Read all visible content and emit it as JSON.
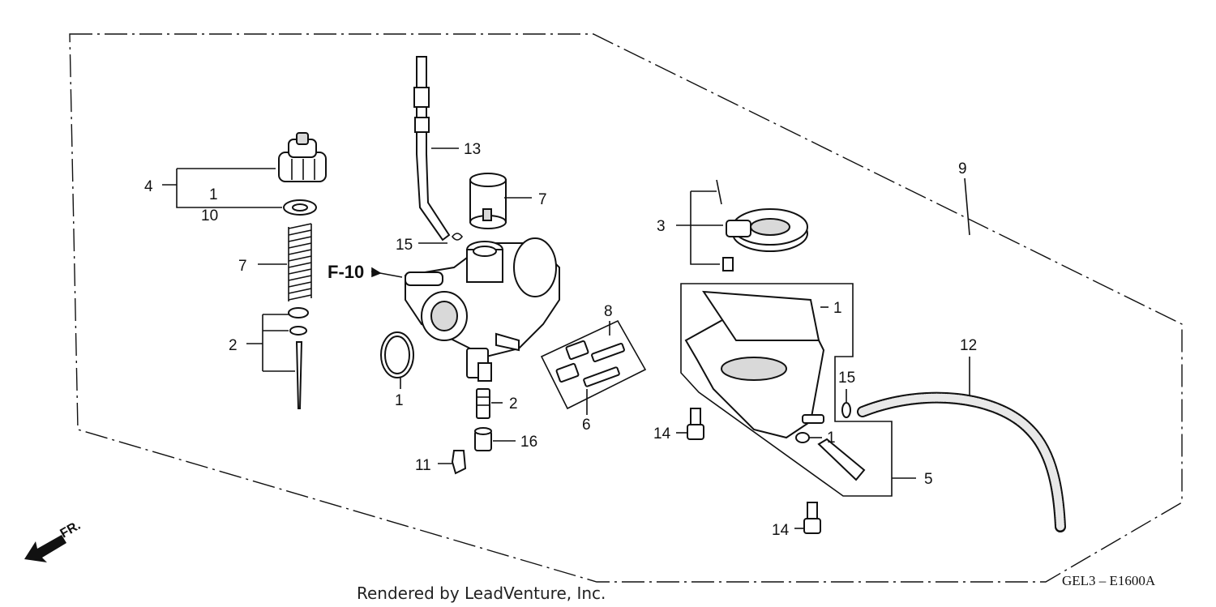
{
  "callouts": {
    "c4": "4",
    "c1a": "1",
    "c10": "10",
    "c7a": "7",
    "c2a": "2",
    "c13": "13",
    "c7b": "7",
    "c15a": "15",
    "cF10": "F-10",
    "c1b": "1",
    "c2b": "2",
    "c16": "16",
    "c11": "11",
    "c8": "8",
    "c6": "6",
    "c3": "3",
    "c9": "9",
    "c1c": "1",
    "c12": "12",
    "c15b": "15",
    "c14a": "14",
    "c1d": "1",
    "c5": "5",
    "c14b": "14"
  },
  "direction": {
    "label": "FR."
  },
  "footer": {
    "credit": "Rendered by LeadVenture, Inc.",
    "code": "GEL3 – E1600A"
  },
  "colors": {
    "line": "#111111",
    "background": "#ffffff",
    "fill_grey": "#d9d9d9"
  }
}
